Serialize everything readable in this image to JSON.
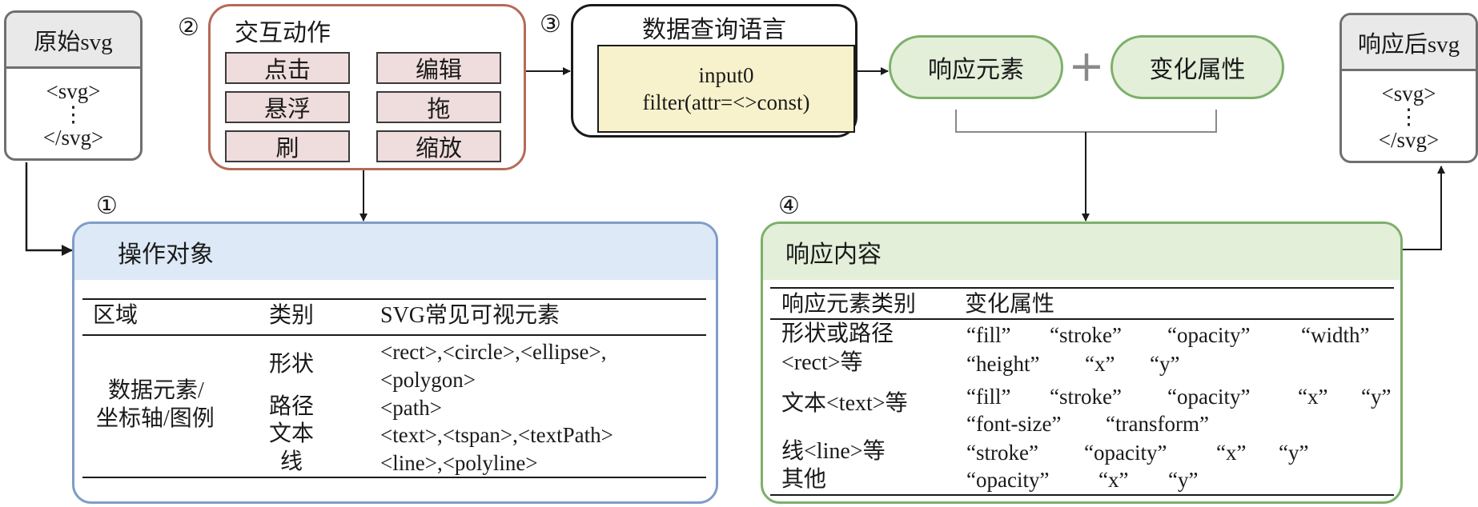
{
  "original_svg": {
    "title": "原始svg",
    "lines": [
      "<svg>",
      "⋮",
      "</svg>"
    ]
  },
  "responded_svg": {
    "title": "响应后svg",
    "lines": [
      "<svg>",
      "⋮",
      "</svg>"
    ]
  },
  "markers": {
    "one": "①",
    "two": "②",
    "three": "③",
    "four": "④"
  },
  "interaction": {
    "title": "交互动作",
    "actions": [
      "点击",
      "编辑",
      "悬浮",
      "拖",
      "刷",
      "缩放"
    ]
  },
  "query_language": {
    "title": "数据查询语言",
    "line1": "input0",
    "line2": "filter(attr=<>const)"
  },
  "response_element": "响应元素",
  "change_attribute": "变化属性",
  "plus_sign": "+",
  "operation_target": {
    "title": "操作对象",
    "headers": {
      "region": "区域",
      "category": "类别",
      "elements": "SVG常见可视元素"
    },
    "region_label": [
      "数据元素/",
      "坐标轴/图例"
    ],
    "categories": [
      "形状",
      "路径",
      "文本",
      "线"
    ],
    "elements": [
      "<rect>,<circle>,<ellipse>,",
      "<polygon>",
      "<path>",
      "<text>,<tspan>,<textPath>",
      "<line>,<polyline>"
    ]
  },
  "response_content": {
    "title": "响应内容",
    "headers": {
      "category": "响应元素类别",
      "attributes": "变化属性"
    },
    "rows": [
      {
        "category": [
          "形状或路径",
          "<rect>等"
        ],
        "attributes": [
          [
            "“fill”",
            "“stroke”",
            "“opacity”",
            "“width”"
          ],
          [
            "“height”",
            "“x”",
            "“y”"
          ]
        ]
      },
      {
        "category": [
          "文本<text>等"
        ],
        "attributes": [
          [
            "“fill”",
            "“stroke”",
            "“opacity”",
            "“x”",
            "“y”"
          ],
          [
            "“font-size”",
            "“transform”"
          ]
        ]
      },
      {
        "category": [
          "线<line>等"
        ],
        "attributes": [
          [
            "“stroke”",
            "“opacity”",
            "“x”",
            "“y”"
          ]
        ]
      },
      {
        "category": [
          "其他"
        ],
        "attributes": [
          [
            "“opacity”",
            "“x”",
            "“y”"
          ]
        ]
      }
    ]
  },
  "colors": {
    "action_border": "#b56a59",
    "action_fill": "#efdcdc",
    "query_fill": "#f8f2cc",
    "green_border": "#7db06a",
    "green_fill": "#e3efd9",
    "blue_border": "#7f9dc8",
    "blue_fill": "#dde9f6",
    "grey_fill": "#e9e9e9"
  }
}
